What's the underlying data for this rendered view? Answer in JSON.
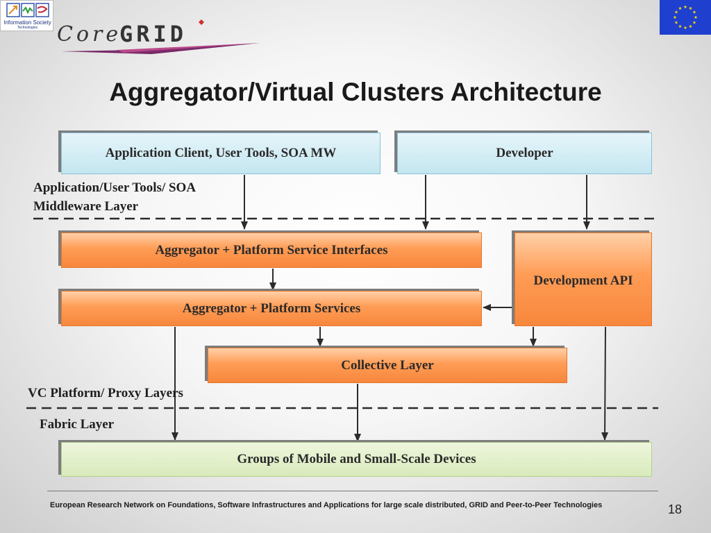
{
  "slide": {
    "title": "Aggregator/Virtual Clusters Architecture",
    "page_number": "18",
    "footer": "European Research Network on Foundations, Software Infrastructures and Applications for large scale distributed, GRID and Peer-to-Peer Technologies"
  },
  "logos": {
    "ist": {
      "line1": "Information Society",
      "line2": "Technologies"
    },
    "coregrid": {
      "part1": "Core",
      "part2": "GRID"
    },
    "eu_flag": {
      "stars": 12
    }
  },
  "diagram": {
    "boxes": {
      "app_client": "Application Client, User Tools, SOA MW",
      "developer": "Developer",
      "platform_interfaces": "Aggregator + Platform Service Interfaces",
      "development_api": "Development API",
      "platform_services": "Aggregator + Platform Services",
      "collective": "Collective Layer",
      "devices": "Groups of Mobile and Small-Scale Devices"
    },
    "layer_labels": {
      "app_layer_line1": "Application/User Tools/ SOA",
      "app_layer_line2": "Middleware Layer",
      "vc_layer": "VC Platform/ Proxy Layers",
      "fabric_layer": "Fabric Layer"
    }
  },
  "colors": {
    "orange_box": "#f7873c",
    "blue_box": "#c4e6f0",
    "green_box": "#d8eabb",
    "eu_blue": "#1f3fcf",
    "eu_star": "#ffdd00"
  }
}
